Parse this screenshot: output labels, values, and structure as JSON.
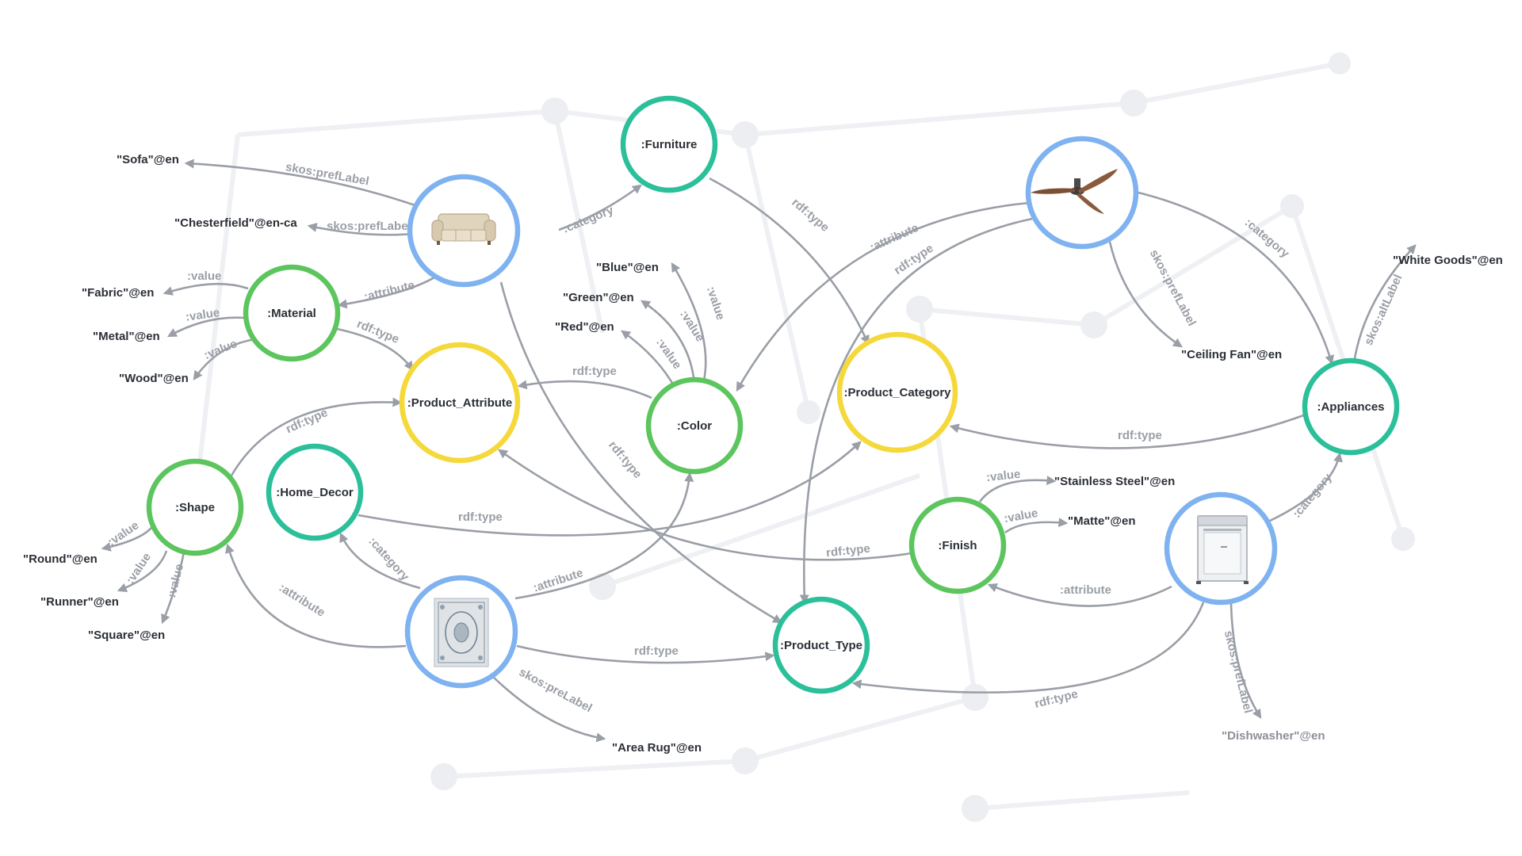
{
  "colors": {
    "category": "#2bbf9a",
    "attribute_value": "#5cc55e",
    "class": "#f5d83a",
    "instance": "#7fb2f0",
    "edge": "#9a9ea6",
    "text": "#2b2f36"
  },
  "nodes": {
    "furniture": {
      "label": ":Furniture",
      "kind": "category"
    },
    "material": {
      "label": ":Material",
      "kind": "attribute_value"
    },
    "product_attribute": {
      "label": ":Product_Attribute",
      "kind": "class"
    },
    "color": {
      "label": ":Color",
      "kind": "attribute_value"
    },
    "product_category": {
      "label": ":Product_Category",
      "kind": "class"
    },
    "appliances": {
      "label": ":Appliances",
      "kind": "category"
    },
    "shape": {
      "label": ":Shape",
      "kind": "attribute_value"
    },
    "home_decor": {
      "label": ":Home_Decor",
      "kind": "category"
    },
    "finish": {
      "label": ":Finish",
      "kind": "attribute_value"
    },
    "product_type": {
      "label": ":Product_Type",
      "kind": "category"
    },
    "sofa": {
      "label": "",
      "kind": "instance",
      "icon": "sofa-icon"
    },
    "fan": {
      "label": "",
      "kind": "instance",
      "icon": "ceiling-fan-icon"
    },
    "rug": {
      "label": "",
      "kind": "instance",
      "icon": "area-rug-icon"
    },
    "dishwasher": {
      "label": "",
      "kind": "instance",
      "icon": "dishwasher-icon"
    }
  },
  "literals": {
    "sofa": "\"Sofa\"@en",
    "chesterfield": "\"Chesterfield\"@en-ca",
    "fabric": "\"Fabric\"@en",
    "metal": "\"Metal\"@en",
    "wood": "\"Wood\"@en",
    "blue": "\"Blue\"@en",
    "green": "\"Green\"@en",
    "red": "\"Red\"@en",
    "white_goods": "\"White Goods\"@en",
    "ceiling_fan": "\"Ceiling Fan\"@en",
    "stainless": "\"Stainless Steel\"@en",
    "matte": "\"Matte\"@en",
    "round": "\"Round\"@en",
    "runner": "\"Runner\"@en",
    "square": "\"Square\"@en",
    "area_rug": "\"Area Rug\"@en",
    "dishwasher": "\"Dishwasher\"@en"
  },
  "edge_labels": {
    "skos_preflabel": "skos:prefLabel",
    "skos_preLabel": "skos:preLabel",
    "skos_altlabel": "skos:altLabel",
    "attribute": ":attribute",
    "category": ":category",
    "value": ":value",
    "rdf_type": "rdf:type"
  }
}
